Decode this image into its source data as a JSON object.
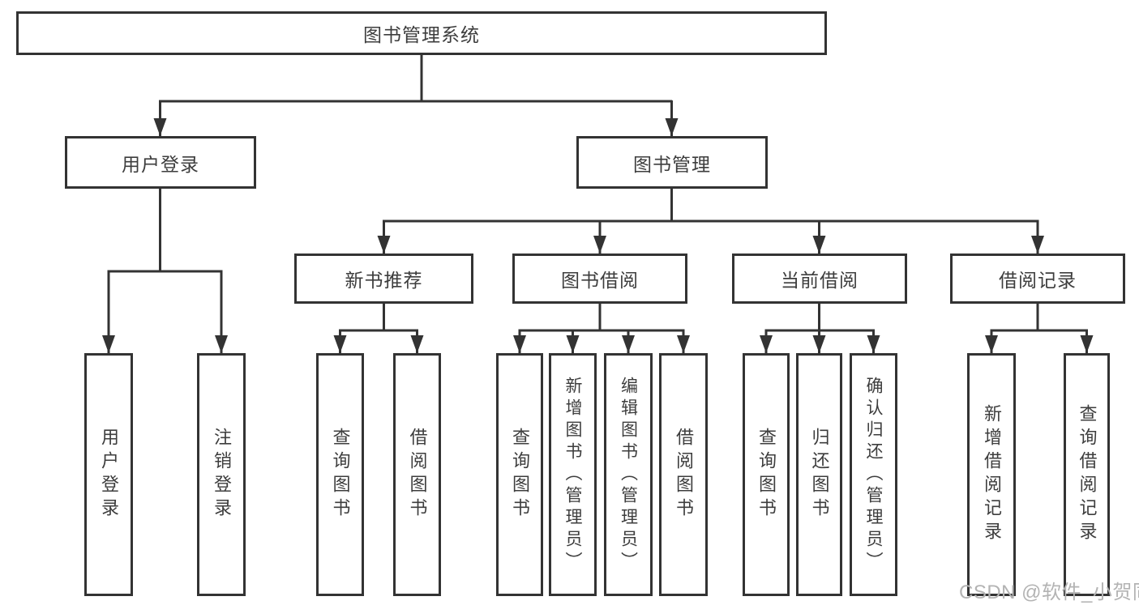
{
  "tree": {
    "label": "图书管理系统",
    "children": [
      {
        "label": "用户登录",
        "children": [
          {
            "label": "用户登录"
          },
          {
            "label": "注销登录"
          }
        ]
      },
      {
        "label": "图书管理",
        "children": [
          {
            "label": "新书推荐",
            "children": [
              {
                "label": "查询图书"
              },
              {
                "label": "借阅图书"
              }
            ]
          },
          {
            "label": "图书借阅",
            "children": [
              {
                "label": "查询图书"
              },
              {
                "label": "新增图书（管理员）"
              },
              {
                "label": "编辑图书（管理员）"
              },
              {
                "label": "借阅图书"
              }
            ]
          },
          {
            "label": "当前借阅",
            "children": [
              {
                "label": "查询图书"
              },
              {
                "label": "归还图书"
              },
              {
                "label": "确认归还（管理员）"
              }
            ]
          },
          {
            "label": "借阅记录",
            "children": [
              {
                "label": "新增借阅记录"
              },
              {
                "label": "查询借阅记录"
              }
            ]
          }
        ]
      }
    ]
  },
  "watermark": "CSDN @软件_小贺同学",
  "colors": {
    "line": "#333333",
    "text": "#3d3d3d",
    "watermark": "#b3b3b3",
    "background": "#ffffff"
  }
}
